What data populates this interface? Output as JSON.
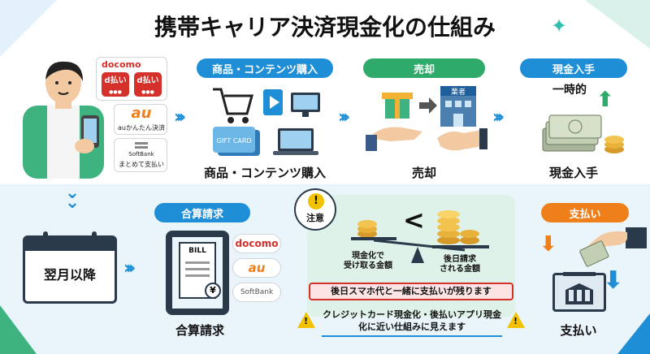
{
  "title": "携帯キャリア決済現金化の仕組み",
  "carriers": {
    "docomo": "docomo",
    "d_pay": "d払い",
    "au": "au",
    "au_pay": "auかんたん決済",
    "softbank": "SoftBank",
    "softbank_pay": "まとめて支払い"
  },
  "step_purchase": {
    "pill": "商品・コンテンツ購入",
    "label": "商品・コンテンツ購入",
    "gift": "GIFT CARD"
  },
  "step_sell": {
    "pill": "売却",
    "label": "売却",
    "dealer": "業者"
  },
  "step_cash": {
    "pill": "現金入手",
    "label": "現金入手",
    "sub": "一時的"
  },
  "next_month": {
    "label": "翌月以降"
  },
  "billing": {
    "pill": "合算請求",
    "label": "合算請求",
    "bill": "BILL",
    "docomo": "docomo",
    "au": "au",
    "softbank": "SoftBank"
  },
  "caution": {
    "label": "注意",
    "left": "現金化で受け取る金額",
    "left_l1": "現金化で",
    "left_l2": "受け取る金額",
    "right_l1": "後日請求",
    "right_l2": "される金額",
    "compare": "<",
    "banner": "後日スマホ代と一緒に支払いが残ります",
    "note_l1": "クレジットカード現金化・後払いアプリ現金",
    "note_l2": "化に近い仕組みに見えます"
  },
  "payment": {
    "pill": "支払い",
    "label": "支払い"
  },
  "colors": {
    "blue": "#1e8fd6",
    "green": "#2eaa6a",
    "orange": "#ef7f1a",
    "red": "#d6302b",
    "navy": "#0f5fa8"
  }
}
